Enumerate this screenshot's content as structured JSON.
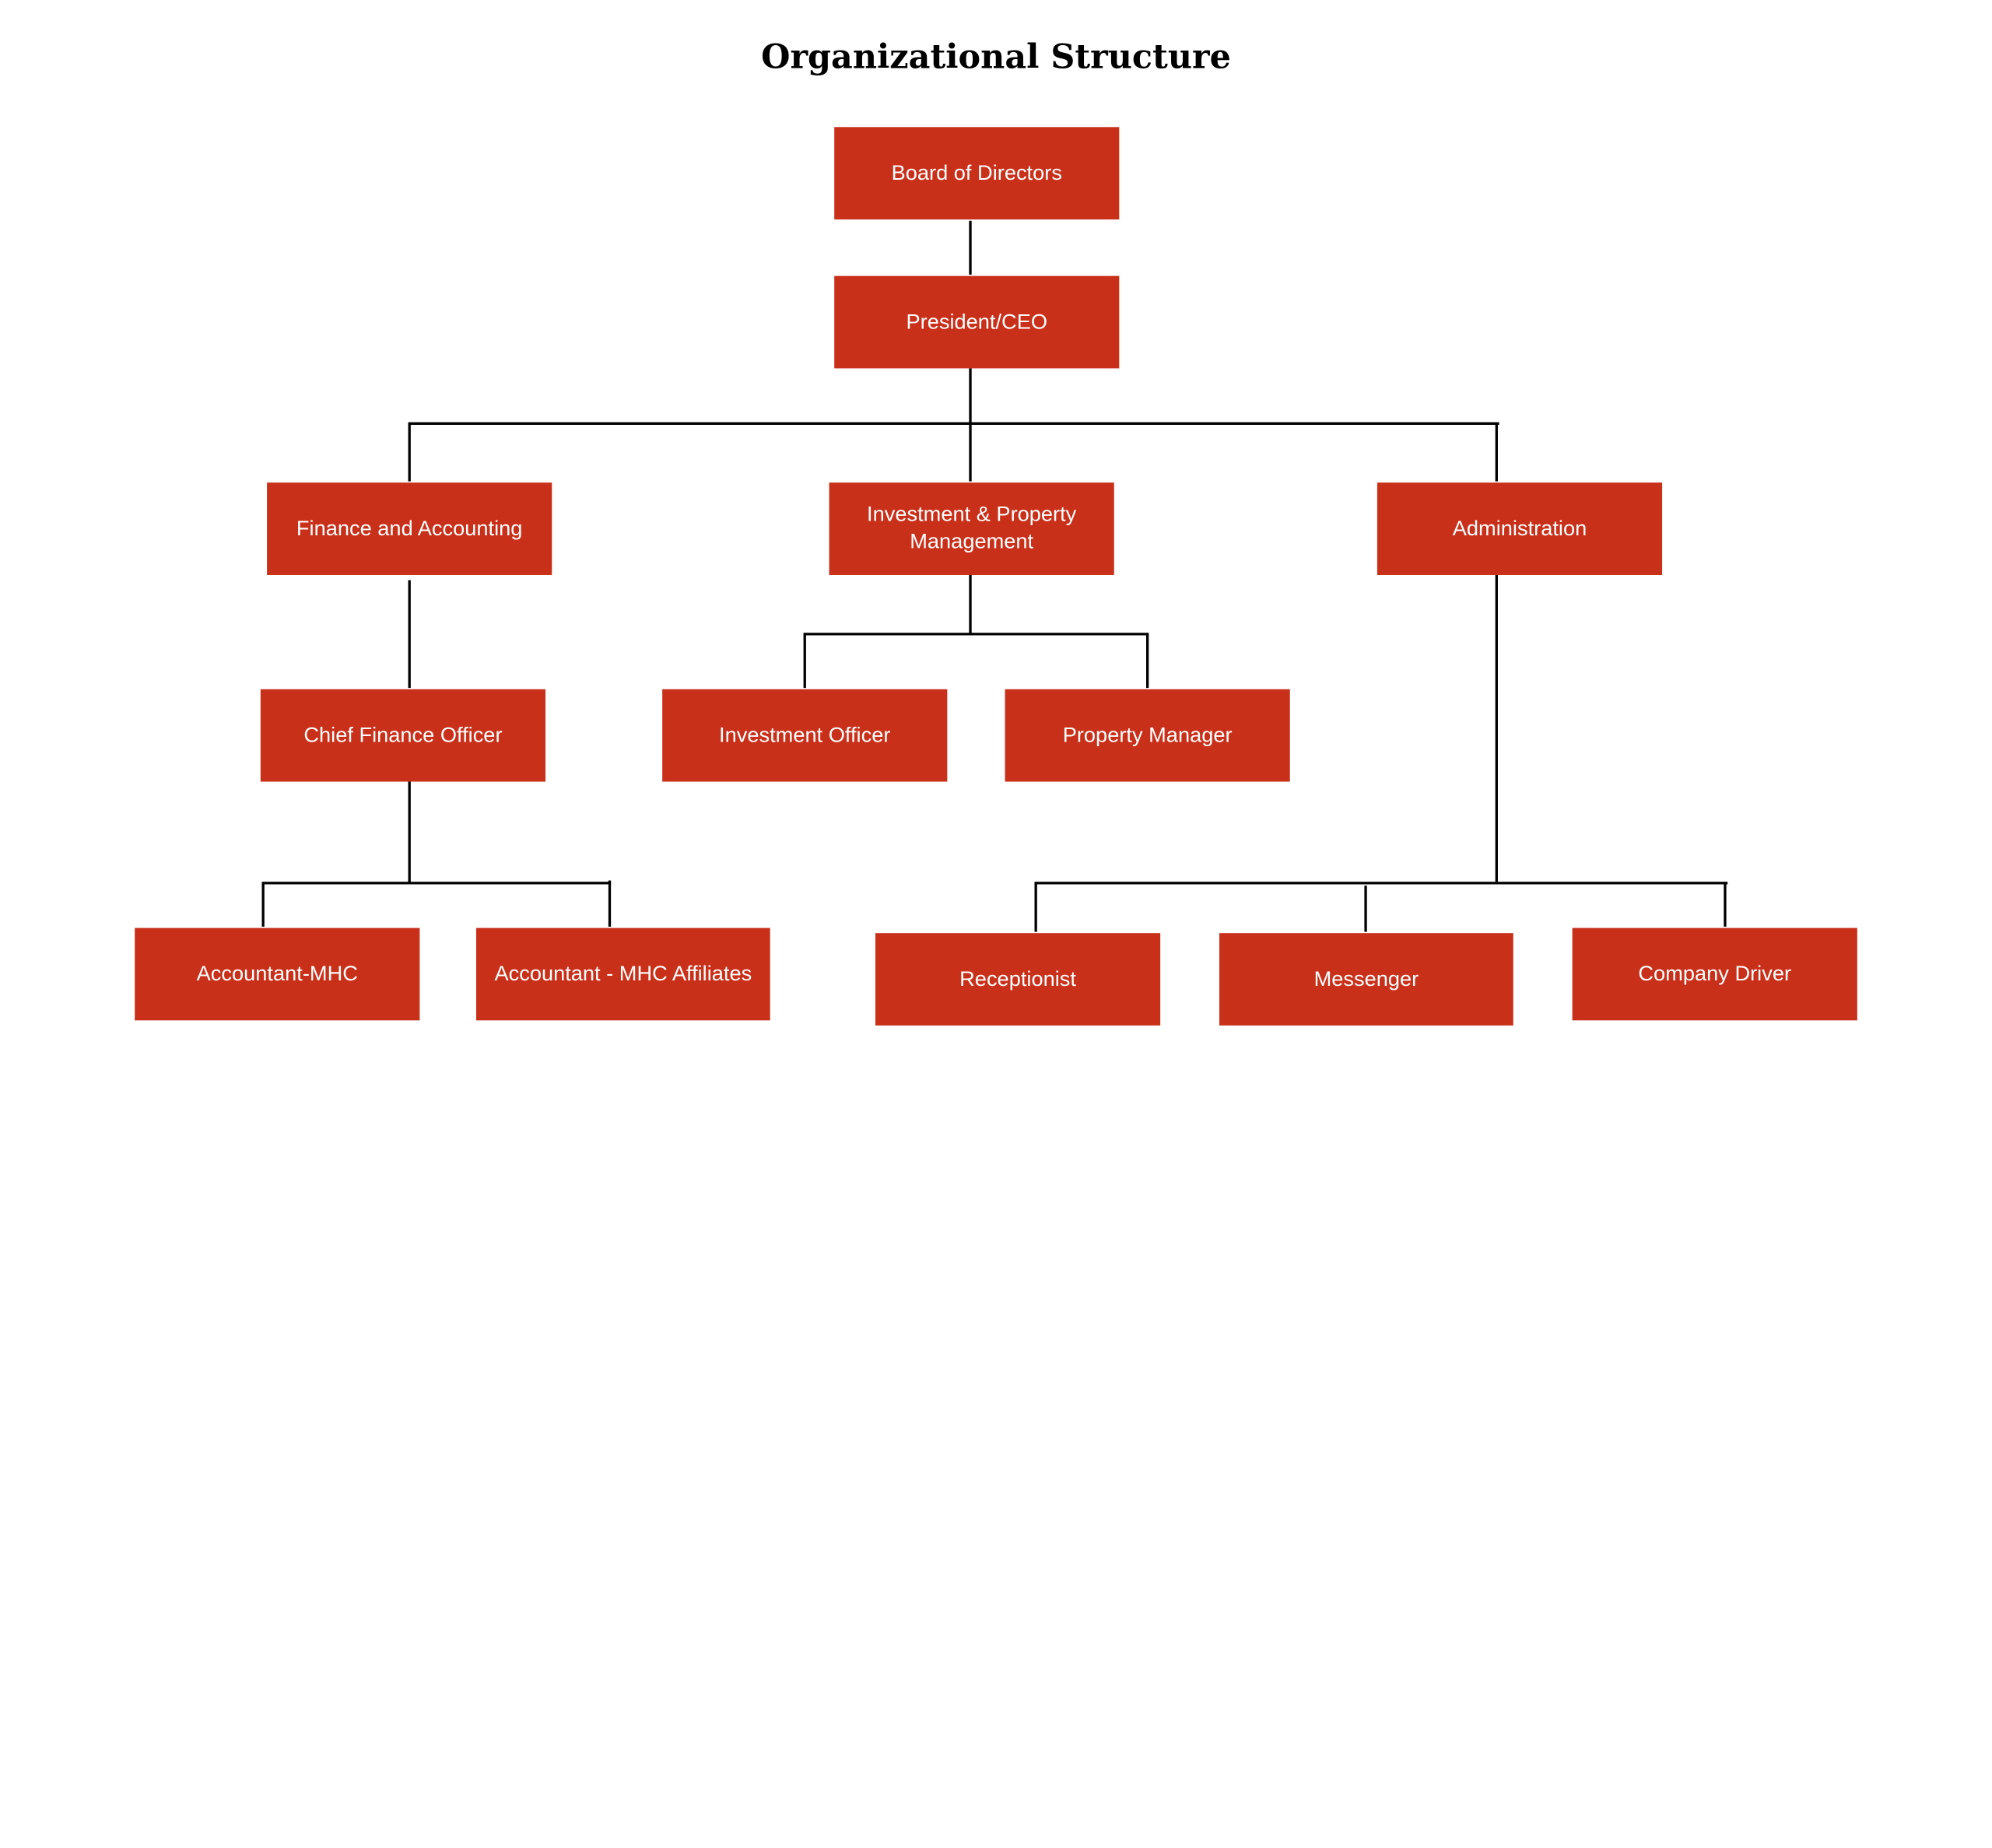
{
  "title": "Organizational Structure",
  "colors": {
    "node_fill": "#c9301a",
    "node_text": "#ffffff",
    "connector": "#000000"
  },
  "nodes": {
    "board": "Board of Directors",
    "ceo": "President/CEO",
    "finance": "Finance and Accounting",
    "investment": "Investment & Property\nManagement",
    "administration": "Administration",
    "cfo": "Chief Finance Officer",
    "investment_officer": "Investment Officer",
    "property_manager": "Property Manager",
    "accountant_mhc": "Accountant-MHC",
    "accountant_affiliates": "Accountant - MHC Affiliates",
    "receptionist": "Receptionist",
    "messenger": "Messenger",
    "company_driver": "Company Driver"
  },
  "hierarchy": [
    {
      "parent": "board",
      "child": "ceo"
    },
    {
      "parent": "ceo",
      "child": "finance"
    },
    {
      "parent": "ceo",
      "child": "investment"
    },
    {
      "parent": "ceo",
      "child": "administration"
    },
    {
      "parent": "finance",
      "child": "cfo"
    },
    {
      "parent": "investment",
      "child": "investment_officer"
    },
    {
      "parent": "investment",
      "child": "property_manager"
    },
    {
      "parent": "cfo",
      "child": "accountant_mhc"
    },
    {
      "parent": "cfo",
      "child": "accountant_affiliates"
    },
    {
      "parent": "administration",
      "child": "receptionist"
    },
    {
      "parent": "administration",
      "child": "messenger"
    },
    {
      "parent": "administration",
      "child": "company_driver"
    }
  ]
}
